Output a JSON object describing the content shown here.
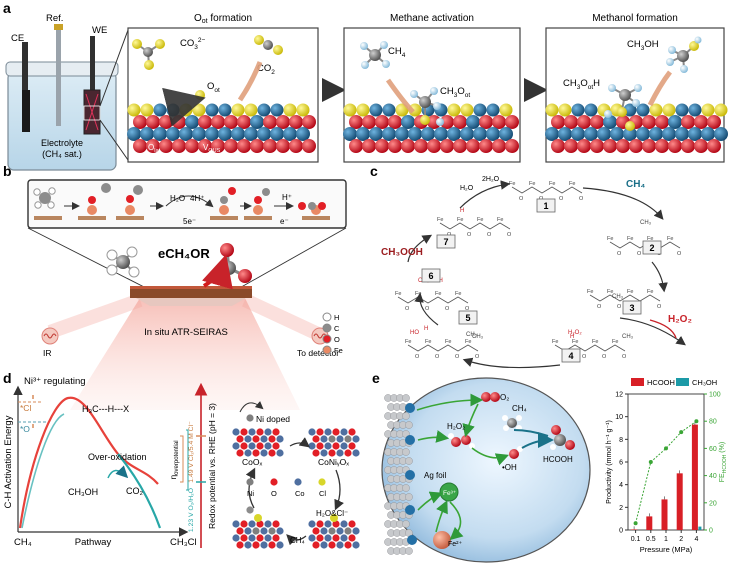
{
  "panels": {
    "a": {
      "letter": "a",
      "cell": {
        "ce": "CE",
        "ref": "Ref.",
        "we": "WE",
        "electrolyte": "Electrolyte",
        "electrolyte_sub": "(CH₄ sat.)"
      },
      "step1": {
        "title": "O",
        "title_sub": "ot",
        "title_rest": " formation",
        "co3": "CO",
        "co3_sup": "2−",
        "co3_sub": "3",
        "oot": "O",
        "oot_sub": "ot",
        "co2": "CO",
        "co2_sub": "2",
        "olat": "O",
        "olat_sub": "lat",
        "vo": "V",
        "vo_sub": "OUS"
      },
      "step2": {
        "title": "Methane activation",
        "ch4": "CH",
        "ch4_sub": "4",
        "ch3o": "CH",
        "ch3o_sub": "3",
        "ch3o_rest": "O",
        "ch3o_sub2": "ot"
      },
      "step3": {
        "title": "Methanol formation",
        "ch3oh": "CH",
        "ch3oh_sub": "3",
        "ch3oh_rest": "OH",
        "ch3ooth": "CH",
        "ch3ooth_sub": "3",
        "ch3ooth_rest": "O",
        "ch3ooth_sub2": "ot",
        "ch3ooth_end": "H"
      }
    },
    "b": {
      "letter": "b",
      "h2o": "H₂O",
      "four_h": "4H⁺",
      "five_e": "5e⁻",
      "h_plus": "H⁺",
      "e_minus": "e⁻",
      "center_label": "eCH₄OR",
      "seirs": "In situ ATR-SEIRAS",
      "ir": "IR",
      "detector": "To detector",
      "legend": [
        {
          "label": "H",
          "color": "#ffffff"
        },
        {
          "label": "C",
          "color": "#8c8c8c"
        },
        {
          "label": "O",
          "color": "#e21f26"
        },
        {
          "label": "Fe",
          "color": "#e98964"
        }
      ]
    },
    "c": {
      "letter": "c",
      "steps": [
        "1",
        "2",
        "3",
        "4",
        "5",
        "6",
        "7"
      ],
      "ch4": "CH₄",
      "h2o2": "H₂O₂",
      "ch3ooh": "CH₃OOH",
      "h2o_left": "H₂O",
      "two_h2o": "2H₂O",
      "fe": "Fe",
      "o": "O",
      "h": "H",
      "ch3": "CH₃",
      "ho": "HO"
    },
    "d": {
      "letter": "d",
      "ylabel": "C-H Activation Energy",
      "xlabel": "Pathway",
      "x_start": "CH₄",
      "x_end": "CH₃Cl",
      "ni_title": "Ni³⁺ regulating",
      "cl_label": "*Cl",
      "o_label": "*O",
      "ts_label": "H₃C---H---X",
      "overox": "Over-oxidation",
      "ch3oh": "CH₃OH",
      "co2": "CO₂",
      "eta": "η",
      "eta_sub": "overpotential",
      "v1": "1.49 V Cl₂/5.4 M Cl⁻",
      "v2": "1.23 V O₂/H₂O",
      "redox_axis": "Redox potential vs. RHE (pH = 3)",
      "ni_doped": "Ni doped",
      "coox": "CoOₓ",
      "conioy": "CoNiᵧOₓ",
      "h2o_cl": "H₂O&Cl⁻",
      "ch4_small": "CH₄",
      "legend": [
        {
          "label": "Ni",
          "color": "#7f7f7f"
        },
        {
          "label": "O",
          "color": "#e21f26"
        },
        {
          "label": "Co",
          "color": "#4f6fa0"
        },
        {
          "label": "Cl",
          "color": "#d8d62a"
        }
      ]
    },
    "e": {
      "letter": "e",
      "o2": "O₂",
      "ch4": "CH₄",
      "h2o2": "H₂O₂",
      "oh": "•OH",
      "hcooh": "HCOOH",
      "fe3": "Fe³⁺",
      "fe2": "Fe²⁺",
      "agfoil": "Ag foil",
      "eminus": "e"
    }
  },
  "chart_data": {
    "type": "bar",
    "categories": [
      "0.1",
      "0.5",
      "1",
      "2",
      "4"
    ],
    "series": [
      {
        "name": "HCOOH",
        "values": [
          0.05,
          1.2,
          2.7,
          5.0,
          9.3
        ]
      },
      {
        "name": "CH₃OH",
        "values": [
          0.0,
          0.0,
          0.0,
          0.0,
          0.3
        ]
      },
      {
        "name": "FE_HCOOH",
        "values": [
          5,
          50,
          60,
          72,
          80
        ],
        "axis": "right"
      }
    ],
    "legend": [
      "HCOOH",
      "CH₃OH"
    ],
    "xlabel": "Pressure (MPa)",
    "ylabel": "Productivity (mmol h⁻¹ g⁻¹)",
    "y2label": "FE",
    "y2label_sub": "HCOOH",
    "y2label_end": " (%)",
    "ylim": [
      0,
      12
    ],
    "yticks": [
      "0",
      "2",
      "4",
      "6",
      "8",
      "10",
      "12"
    ],
    "y2lim": [
      0,
      100
    ],
    "y2ticks": [
      "0",
      "20",
      "40",
      "60",
      "80",
      "100"
    ],
    "colors": {
      "HCOOH": "#d81f26",
      "CH₃OH": "#1c9aa7",
      "FE": "#3aa535"
    }
  }
}
